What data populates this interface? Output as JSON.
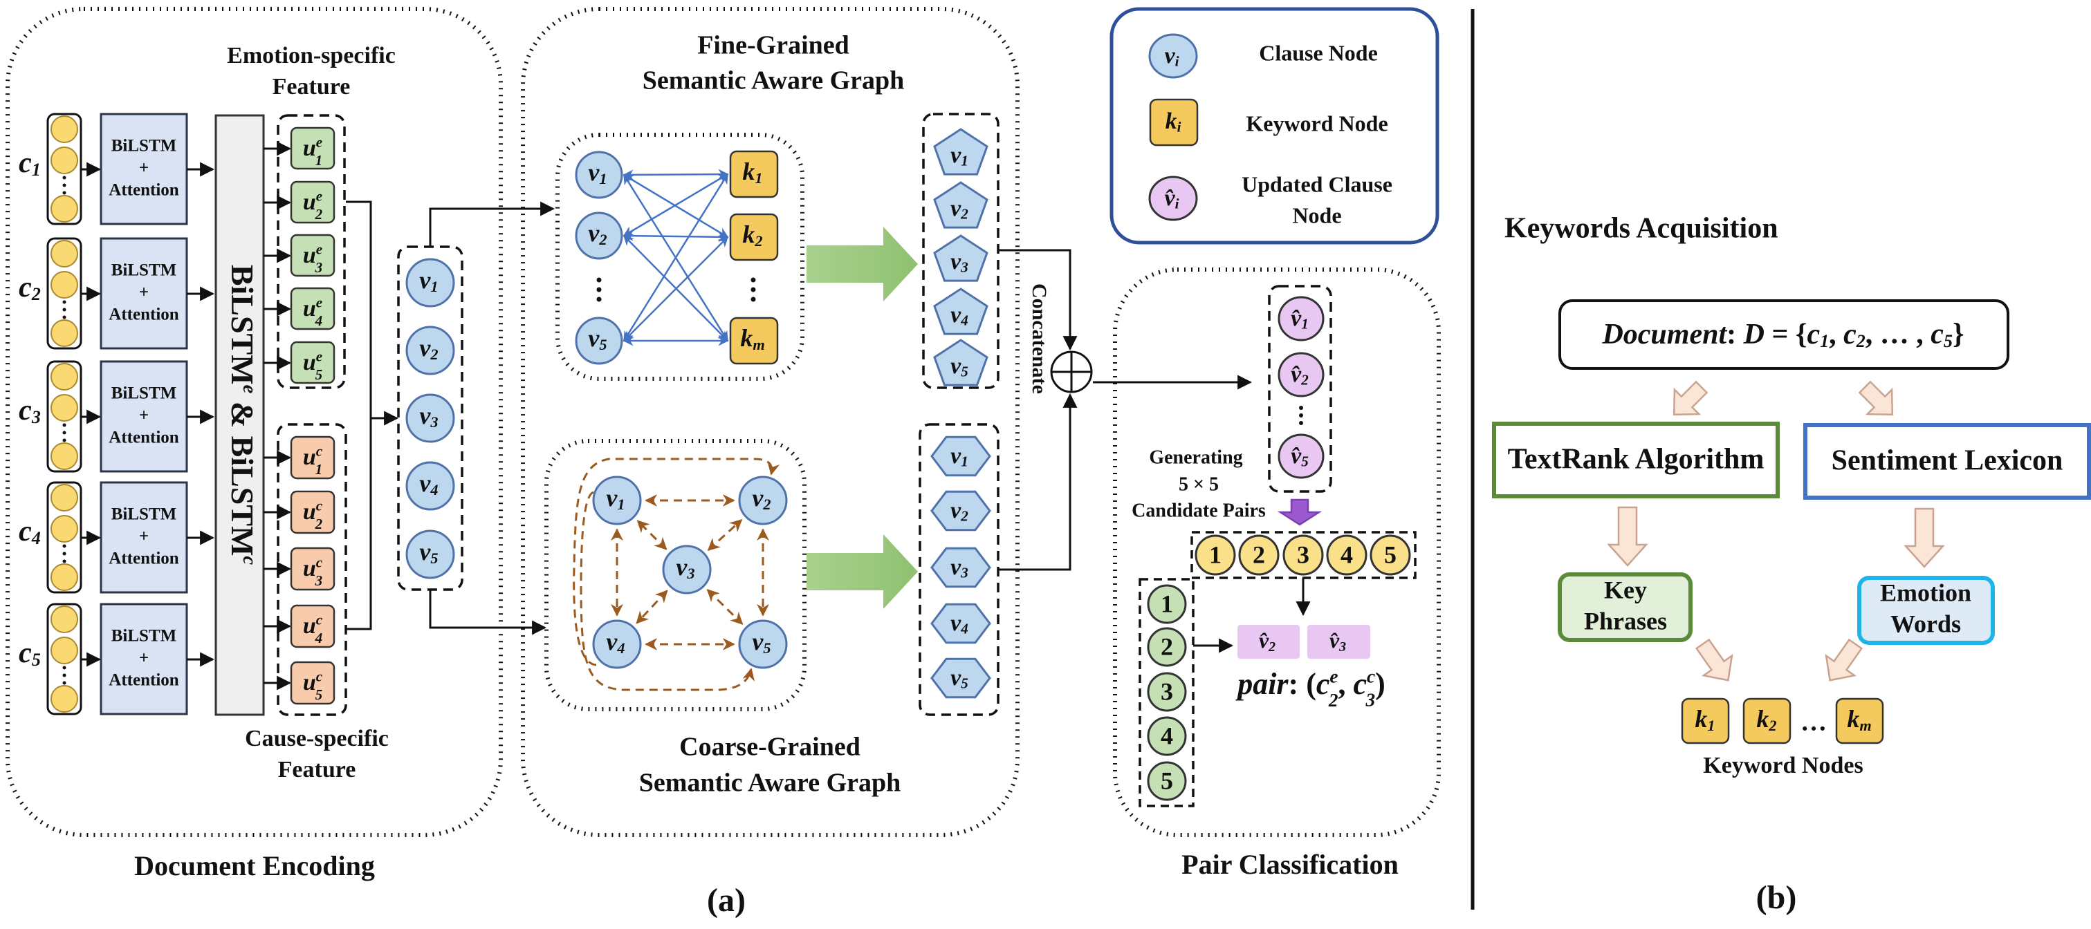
{
  "panel_a": {
    "caption": "(a)",
    "document_encoding": {
      "title": "Document Encoding",
      "clauses": [
        {
          "t": "c",
          "sub": "1"
        },
        {
          "t": "c",
          "sub": "2"
        },
        {
          "t": "c",
          "sub": "3"
        },
        {
          "t": "c",
          "sub": "4"
        },
        {
          "t": "c",
          "sub": "5"
        }
      ],
      "encoder_label": [
        "BiLSTM",
        "+",
        "Attention"
      ],
      "shared_encoder": [
        {
          "t": "BiLSTM",
          "sup": "e"
        },
        {
          "t": "  &  "
        },
        {
          "t": "BiLSTM",
          "sup": "c"
        }
      ],
      "emotion_feature_label": [
        "Emotion-specific",
        "Feature"
      ],
      "cause_feature_label": [
        "Cause-specific",
        "Feature"
      ],
      "emotion_features": [
        {
          "t": "u",
          "sup": "e",
          "sub": "1"
        },
        {
          "t": "u",
          "sup": "e",
          "sub": "2"
        },
        {
          "t": "u",
          "sup": "e",
          "sub": "3"
        },
        {
          "t": "u",
          "sup": "e",
          "sub": "4"
        },
        {
          "t": "u",
          "sup": "e",
          "sub": "5"
        }
      ],
      "cause_features": [
        {
          "t": "u",
          "sup": "c",
          "sub": "1"
        },
        {
          "t": "u",
          "sup": "c",
          "sub": "2"
        },
        {
          "t": "u",
          "sup": "c",
          "sub": "3"
        },
        {
          "t": "u",
          "sup": "c",
          "sub": "4"
        },
        {
          "t": "u",
          "sup": "c",
          "sub": "5"
        }
      ],
      "clause_nodes": [
        {
          "t": "v",
          "sub": "1"
        },
        {
          "t": "v",
          "sub": "2"
        },
        {
          "t": "v",
          "sub": "3"
        },
        {
          "t": "v",
          "sub": "4"
        },
        {
          "t": "v",
          "sub": "5"
        }
      ]
    },
    "fine_graph": {
      "title": [
        "Fine-Grained",
        "Semantic Aware Graph"
      ],
      "clause_nodes": [
        {
          "t": "v",
          "sub": "1"
        },
        {
          "t": "v",
          "sub": "2"
        },
        {
          "t": "v",
          "sub": "5"
        }
      ],
      "keyword_nodes": [
        {
          "t": "k",
          "sub": "1"
        },
        {
          "t": "k",
          "sub": "2"
        },
        {
          "t": "k",
          "sub": "m"
        }
      ],
      "output_nodes": [
        {
          "t": "v",
          "sub": "1"
        },
        {
          "t": "v",
          "sub": "2"
        },
        {
          "t": "v",
          "sub": "3"
        },
        {
          "t": "v",
          "sub": "4"
        },
        {
          "t": "v",
          "sub": "5"
        }
      ]
    },
    "coarse_graph": {
      "title": [
        "Coarse-Grained",
        "Semantic Aware Graph"
      ],
      "nodes": [
        {
          "t": "v",
          "sub": "1"
        },
        {
          "t": "v",
          "sub": "2"
        },
        {
          "t": "v",
          "sub": "3"
        },
        {
          "t": "v",
          "sub": "4"
        },
        {
          "t": "v",
          "sub": "5"
        }
      ],
      "output_nodes": [
        {
          "t": "v",
          "sub": "1"
        },
        {
          "t": "v",
          "sub": "2"
        },
        {
          "t": "v",
          "sub": "3"
        },
        {
          "t": "v",
          "sub": "4"
        },
        {
          "t": "v",
          "sub": "5"
        }
      ]
    },
    "concatenate_label": "Concatenate",
    "legend": [
      {
        "symbol": {
          "t": "v",
          "sub": "i"
        },
        "label": [
          "Clause Node"
        ]
      },
      {
        "symbol": {
          "t": "k",
          "sub": "i"
        },
        "label": [
          "Keyword Node"
        ]
      },
      {
        "symbol": {
          "t": "v̂",
          "sub": "i"
        },
        "label": [
          "Updated Clause",
          "Node"
        ]
      }
    ],
    "pair_classification": {
      "title": "Pair Classification",
      "updated_nodes": [
        {
          "t": "v̂",
          "sub": "1"
        },
        {
          "t": "v̂",
          "sub": "2"
        },
        {
          "t": "v̂",
          "sub": "5"
        }
      ],
      "generating_label": [
        "Generating",
        "5 × 5",
        "Candidate Pairs"
      ],
      "cause_indices": [
        "1",
        "2",
        "3",
        "4",
        "5"
      ],
      "emotion_indices": [
        "1",
        "2",
        "3",
        "4",
        "5"
      ],
      "selected_pair_nodes": [
        {
          "t": "v̂",
          "sub": "2"
        },
        {
          "t": "v̂",
          "sub": "3"
        }
      ],
      "pair_formula": [
        {
          "t": "pair",
          "math": true
        },
        {
          "t": ": ("
        },
        {
          "t": "c",
          "sup": "e",
          "sub": "2",
          "math": true
        },
        {
          "t": ", "
        },
        {
          "t": "c",
          "sup": "c",
          "sub": "3",
          "math": true
        },
        {
          "t": ")"
        }
      ]
    }
  },
  "panel_b": {
    "caption": "(b)",
    "title": "Keywords Acquisition",
    "document_formula": [
      {
        "t": "Document",
        "math": true
      },
      {
        "t": ": "
      },
      {
        "t": "D",
        "math": true
      },
      {
        "t": " = {"
      },
      {
        "t": "c",
        "sub": "1",
        "math": true
      },
      {
        "t": ", "
      },
      {
        "t": "c",
        "sub": "2",
        "math": true
      },
      {
        "t": ", … , "
      },
      {
        "t": "c",
        "sub": "5",
        "math": true
      },
      {
        "t": "}"
      }
    ],
    "textrank_label": "TextRank Algorithm",
    "lexicon_label": "Sentiment Lexicon",
    "key_phrases_label": [
      "Key",
      "Phrases"
    ],
    "emotion_words_label": [
      "Emotion",
      "Words"
    ],
    "keyword_nodes": [
      {
        "t": "k",
        "sub": "1"
      },
      {
        "t": "k",
        "sub": "2"
      },
      {
        "t": "k",
        "sub": "m"
      }
    ],
    "keyword_ellipsis": "…",
    "keyword_nodes_label": "Keyword Nodes"
  },
  "colors": {
    "clause_node": "#bdd7ee",
    "clause_node_stroke": "#4f72a8",
    "keyword_node": "#f4c95d",
    "emotion_feature": "#c5e0b4",
    "cause_feature": "#f8cbad",
    "encoder_box": "#dae3f3",
    "updated_node": "#e8c8f2",
    "fine_edge": "#4472c4",
    "coarse_edge": "#9c5a1e",
    "big_arrow": "#a9d18e",
    "peach_arrow": "#fbe5d6",
    "legend_border": "#2f4f9a",
    "textrank_border": "#5a8a3a",
    "lexicon_border": "#4472c4",
    "emotion_words_border": "#1fb4e8"
  }
}
